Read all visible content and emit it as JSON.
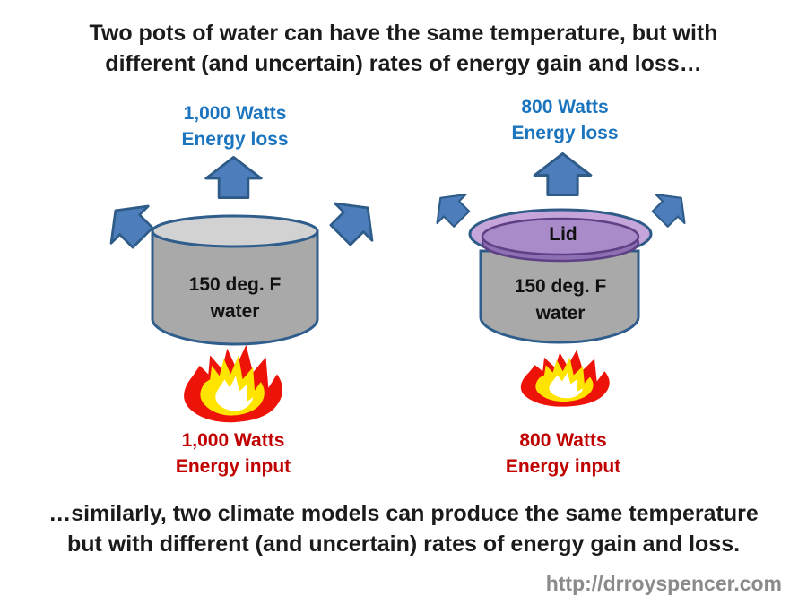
{
  "title": {
    "line1": "Two pots of water can have the same temperature, but with",
    "line2": "different (and uncertain) rates of energy gain and loss…"
  },
  "footer": {
    "line1": "…similarly, two climate models can produce the same temperature",
    "line2": "but with different (and uncertain) rates of energy gain and loss.",
    "url": "http://drroyspencer.com"
  },
  "pots": {
    "left": {
      "energy_loss": "1,000 Watts\nEnergy loss",
      "water": "150 deg. F\nwater",
      "energy_input": "1,000 Watts\nEnergy input"
    },
    "right": {
      "energy_loss": "800 Watts\nEnergy loss",
      "lid_label": "Lid",
      "water": "150 deg. F\nwater",
      "energy_input": "800 Watts\nEnergy input"
    }
  },
  "icons": {
    "up_arrow": "up-arrow-icon",
    "up_left_arrow": "up-left-arrow-icon",
    "up_right_arrow": "up-right-arrow-icon",
    "flame": "flame-icon",
    "pot": "pot-graphic",
    "lid": "lid-graphic"
  },
  "colors": {
    "blue-text": "#1b74be",
    "red-text": "#c00000",
    "gray-text": "#8a8a8a",
    "arrow-fill": "#4d7ebb",
    "arrow-stroke": "#2e5b88",
    "pot-body": "#a9a9a9",
    "pot-top": "#d2d2d2",
    "pot-stroke": "#2f5d8c",
    "lid-outer": "#c5a5da",
    "lid-inner": "#a98bc9",
    "lid-lip": "#8f6fb3",
    "lid-stroke": "#5e4084",
    "flame-red": "#ee1309",
    "flame-yellow": "#ffe400"
  }
}
